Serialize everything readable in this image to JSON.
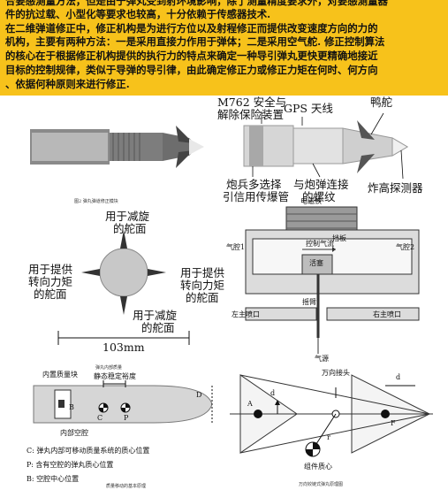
{
  "banner": {
    "line1": "合要感测量方法，但是由于弹丸受到射环境影响，除了测量精度要求外，对要感测量器",
    "line2": "件的抗过载、小型化等要求也较高，十分依赖于传感器技术.",
    "line3": "在二维弹道修正中，修正机构是为进行方位以及射程修正而提供改变速度方向的力的",
    "line4": "机构，主要有两种方法：一是采用直接力作用于弹体；二是采用空气舵. 修正控制算法",
    "line5": "的核心在于根据修正机构提供的执行力的特点来确定一种导引弹丸更快更精确地接近",
    "line6": "目标的控制规律，类似于导弹的导引律，由此确定修正力或修正力矩在何时、何方向",
    "line7": "、依据何种原则来进行修正."
  },
  "fig_fuze": {
    "caption": "图2 弹丸弹道修正模块",
    "label_safety": "M762 安全与",
    "label_safety2": "解除保险装置",
    "label_gps": "GPS 天线",
    "label_canard": "鸭舵",
    "label_booster": "炮兵多选择",
    "label_booster2": "引信用传爆管",
    "label_thread": "与炮弹连接",
    "label_thread2": "的螺纹",
    "label_detector": "炸高探测器"
  },
  "fig_fins": {
    "top": "用于减旋",
    "top2": "的舵面",
    "left": "用于提供",
    "left2": "转向力矩",
    "left3": "的舵面",
    "right": "用于提供",
    "right2": "转向力矩",
    "right3": "的舵面",
    "bottom": "用于减旋",
    "bottom2": "的舵面",
    "dimension": "103mm"
  },
  "fig_airjet": {
    "magnet": "电磁铁",
    "baffle": "挡板",
    "chamber1": "气腔1",
    "chamber2": "气腔2",
    "control_flow": "控制气流",
    "piston": "活塞",
    "swing_tube": "摇臂",
    "left_nozzle": "左主喷口",
    "right_nozzle": "右主喷口",
    "gas_source": "气源"
  },
  "fig_mass": {
    "title": "弹丸内部质量",
    "static_margin": "静态稳定裕度",
    "mass_block": "内置质量块",
    "cavity": "内部空腔",
    "label_D": "D",
    "label_B": "B",
    "label_C": "C",
    "label_P": "P",
    "legend_c": "C: 弹丸内部可移动质量系统的质心位置",
    "legend_p": "P: 含有空腔的弹丸质心位置",
    "legend_b": "B: 空腔中心位置",
    "caption": "质量移动的基本原理"
  },
  "fig_joint": {
    "joint": "万向接头",
    "center": "组件质心",
    "label_A": "A",
    "label_F": "F",
    "label_r": "r",
    "label_dza": "d",
    "label_dzp": "d",
    "caption": "万向铰链式弹丸原理图"
  },
  "colors": {
    "banner": "#f7c21b",
    "projectile": "#d9d9d9",
    "dark": "#333333"
  }
}
